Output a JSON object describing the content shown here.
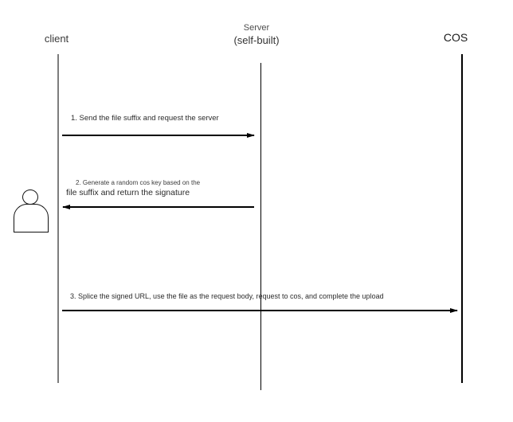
{
  "diagram_type": "sequence-diagram",
  "actors": [
    {
      "label": "client"
    },
    {
      "label": "Server",
      "sublabel": "(self-built)"
    },
    {
      "label": "COS"
    }
  ],
  "messages": [
    {
      "text": "1. Send the file suffix and request the server",
      "from": "client",
      "to": "Server",
      "direction": "right"
    },
    {
      "text_line1": "2. Generate a random cos key based on the",
      "text_line2": "file suffix and return the signature",
      "from": "Server",
      "to": "client",
      "direction": "left"
    },
    {
      "text": "3. Splice the signed URL, use the file as the request body, request to cos, and complete the upload",
      "from": "client",
      "to": "COS",
      "direction": "right"
    }
  ],
  "icons": [
    {
      "name": "user-icon"
    }
  ],
  "colors": {
    "background": "#ffffff",
    "arrow_line": "#000000",
    "client_lifeline": "#7d7d7d",
    "server_lifeline": "#000000",
    "cos_lifeline": "#000000",
    "text": "#2b2b2b"
  }
}
